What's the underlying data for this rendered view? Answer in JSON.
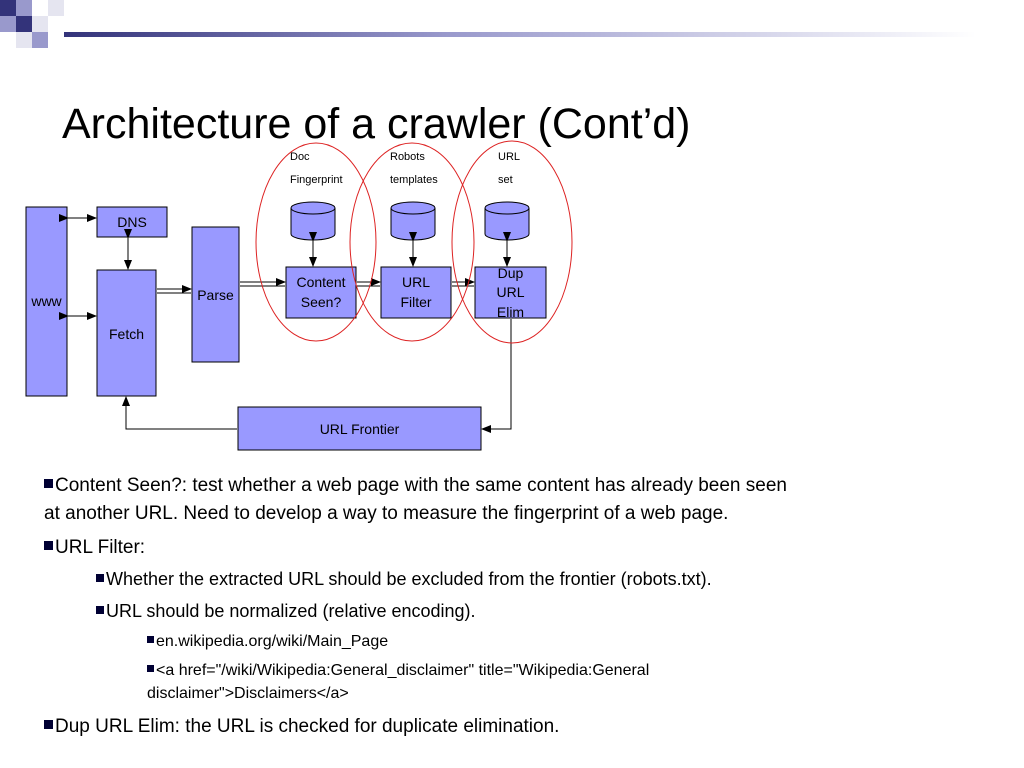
{
  "title": "Architecture of a crawler (Cont’d)",
  "colors": {
    "box_fill": "#9999FF",
    "circle": "#DD2222",
    "deco_dark": "#33337A",
    "deco_light": "#9999CC"
  },
  "diagram": {
    "www": "www",
    "dns": "DNS",
    "fetch": "Fetch",
    "parse": "Parse",
    "content_seen": [
      "Content",
      "Seen?"
    ],
    "url_filter": [
      "URL",
      "Filter"
    ],
    "dup_url_elim": [
      "Dup",
      "URL",
      "Elim"
    ],
    "url_frontier": "URL Frontier",
    "stores": {
      "doc_fingerprint": [
        "Doc",
        "Fingerprint"
      ],
      "robots_templates": [
        "Robots",
        "templates"
      ],
      "url_set": [
        "URL",
        "set"
      ]
    }
  },
  "bullets": {
    "content_seen_1": "Content Seen?: test whether a web page with the same content has already been seen",
    "content_seen_2": "at another URL. Need to develop a way to measure the fingerprint of a web page.",
    "url_filter": "URL Filter:",
    "excluded": "Whether the extracted URL should be excluded from the frontier (robots.txt).",
    "normalized": "URL should be normalized (relative encoding).",
    "wiki_main": "en.wikipedia.org/wiki/Main_Page",
    "href_1": "<a href=\"/wiki/Wikipedia:General_disclaimer\" title=\"Wikipedia:General",
    "href_2": "disclaimer\">Disclaimers</a>",
    "dup_elim": "Dup URL Elim: the URL is checked for duplicate elimination."
  }
}
